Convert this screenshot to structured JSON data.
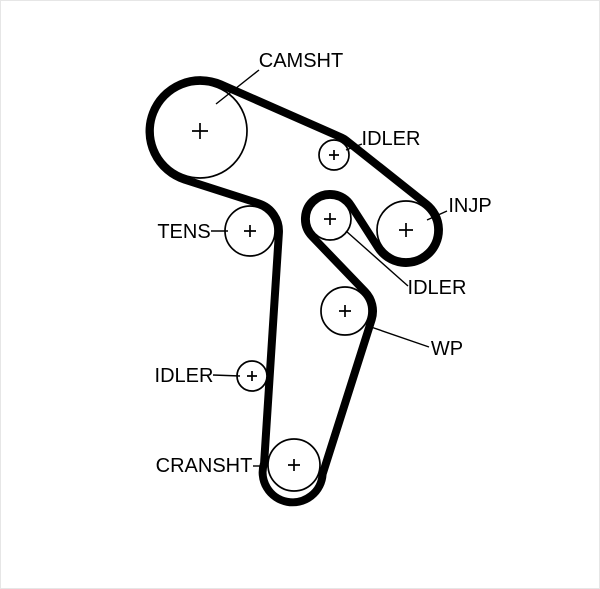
{
  "diagram": {
    "type": "timing-belt-routing-diagram",
    "background": "#ffffff",
    "belt_color": "#000000",
    "line_color": "#000000",
    "labels": {
      "camshaft": "CAMSHT",
      "idler_top": "IDLER",
      "injection_pump": "INJP",
      "tensioner": "TENS",
      "idler_middle": "IDLER",
      "water_pump": "WP",
      "idler_left": "IDLER",
      "crankshaft": "CRANSHT"
    }
  }
}
